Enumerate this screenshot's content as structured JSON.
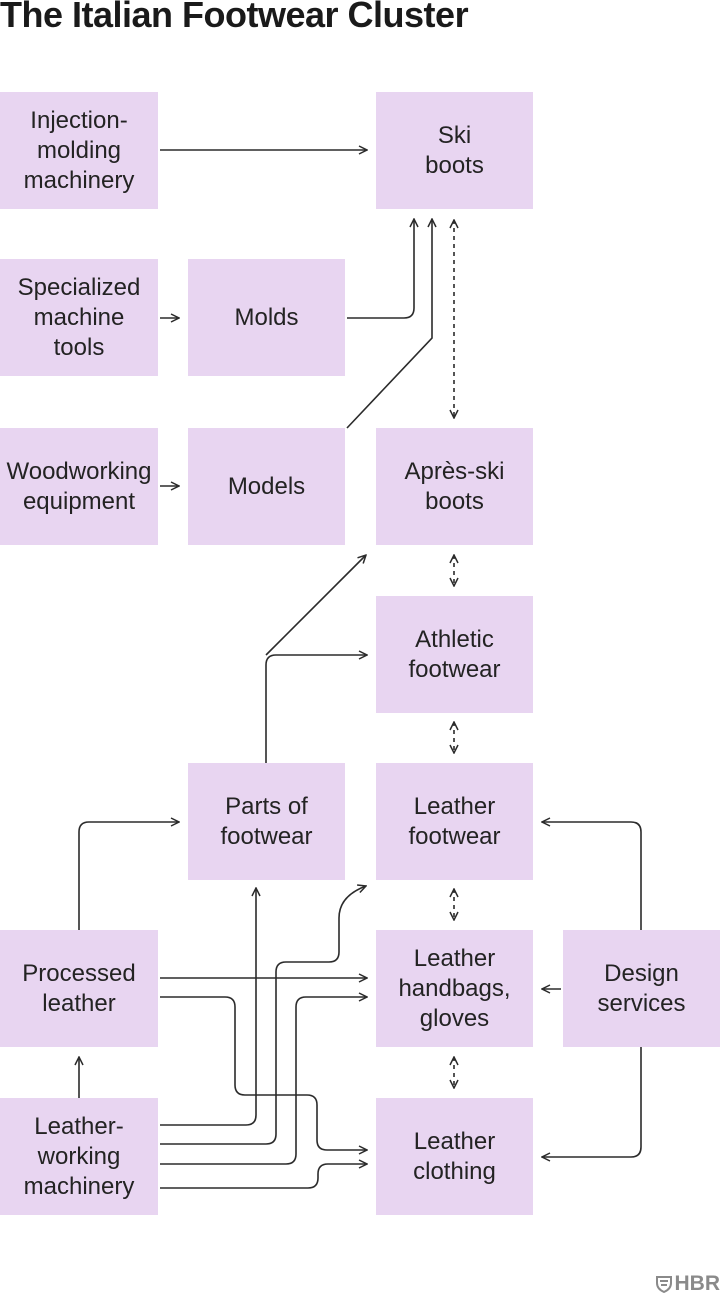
{
  "title": "The Italian Footwear Cluster",
  "logo": "HBR",
  "colors": {
    "box_fill": "#e8d5f1",
    "line": "#2b2b2b",
    "text": "#232323"
  },
  "nodes": {
    "injection": "Injection-\nmolding\nmachinery",
    "ski": "Ski\nboots",
    "special": "Specialized\nmachine\ntools",
    "molds": "Molds",
    "wood": "Woodworking\nequipment",
    "models": "Models",
    "apres": "Après-ski\nboots",
    "athletic": "Athletic\nfootwear",
    "parts": "Parts of\nfootwear",
    "lfoot": "Leather\nfootwear",
    "processed": "Processed\nleather",
    "handbags": "Leather\nhandbags,\ngloves",
    "design": "Design\nservices",
    "lwmach": "Leather-\nworking\nmachinery",
    "lcloth": "Leather\nclothing"
  }
}
